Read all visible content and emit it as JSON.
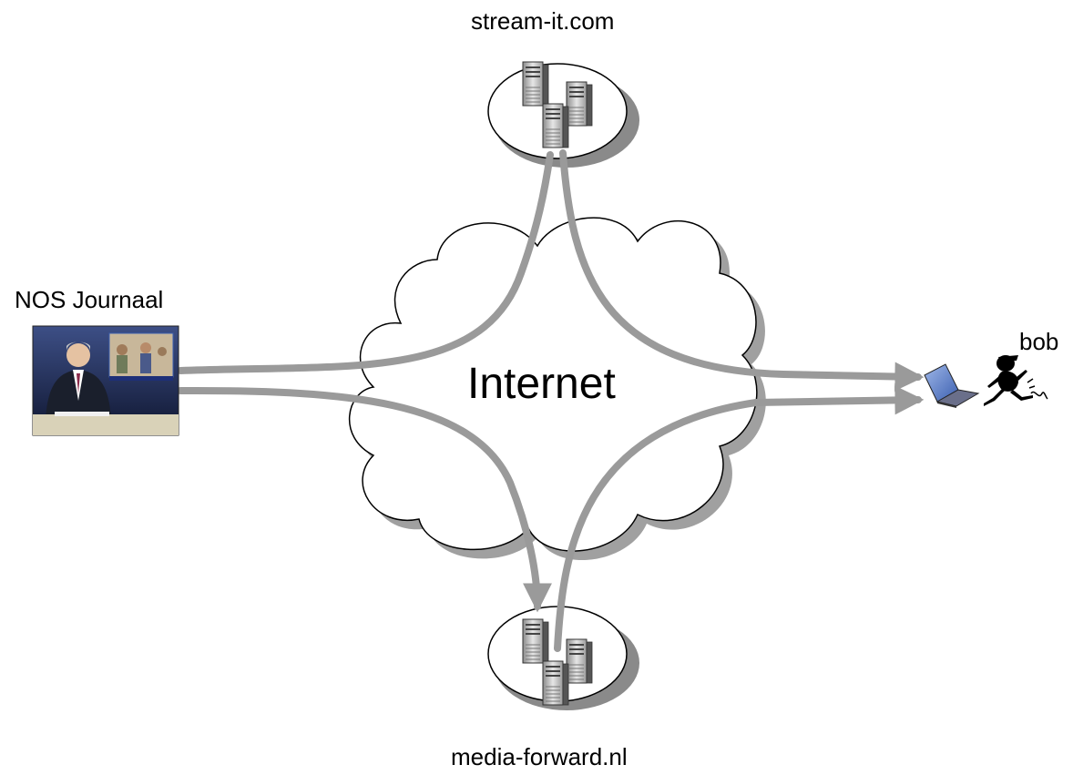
{
  "diagram": {
    "nodes": {
      "origin": {
        "label": "NOS Journaal",
        "icon": "news-broadcast-screenshot-icon"
      },
      "server_a": {
        "label": "stream-it.com",
        "icon": "server-cluster-icon"
      },
      "server_b": {
        "label": "media-forward.nl",
        "icon": "server-cluster-icon"
      },
      "client": {
        "label": "bob",
        "icon": "laptop-icon",
        "figure_icon": "running-person-icon"
      },
      "network": {
        "label": "Internet",
        "icon": "cloud-icon"
      }
    },
    "edges": [
      {
        "from": "NOS Journaal",
        "to": "stream-it.com"
      },
      {
        "from": "stream-it.com",
        "to": "bob"
      },
      {
        "from": "NOS Journaal",
        "to": "media-forward.nl"
      },
      {
        "from": "media-forward.nl",
        "to": "bob"
      }
    ],
    "colors": {
      "arrow": "#9a9a9a",
      "cloud_shadow": "#a0a0a0",
      "outline": "#000000"
    }
  }
}
